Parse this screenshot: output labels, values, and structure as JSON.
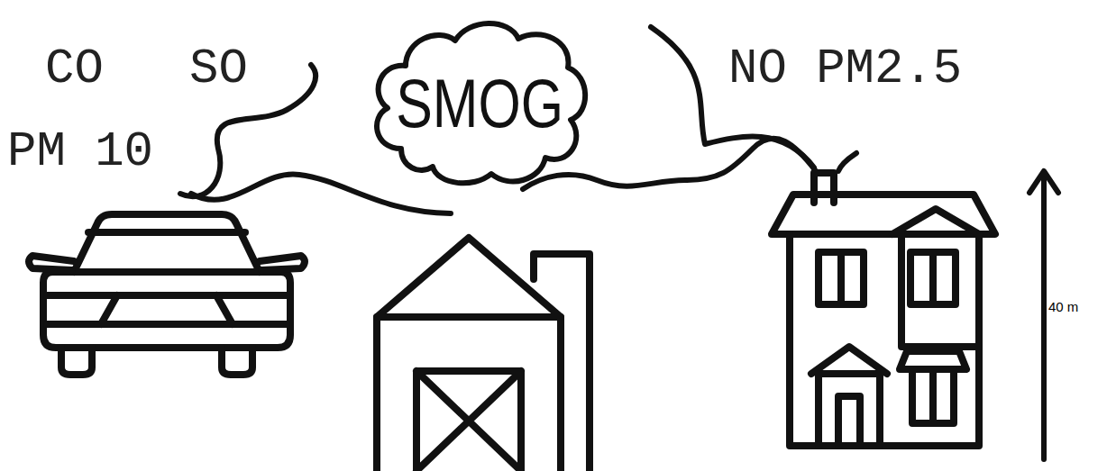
{
  "diagram": {
    "nodes": [
      {
        "text": [
          "SMOG"
        ]
      }
    ],
    "labels": [
      "CO",
      "SO",
      "PM 10",
      "NO PM2.5",
      "40 m"
    ]
  }
}
